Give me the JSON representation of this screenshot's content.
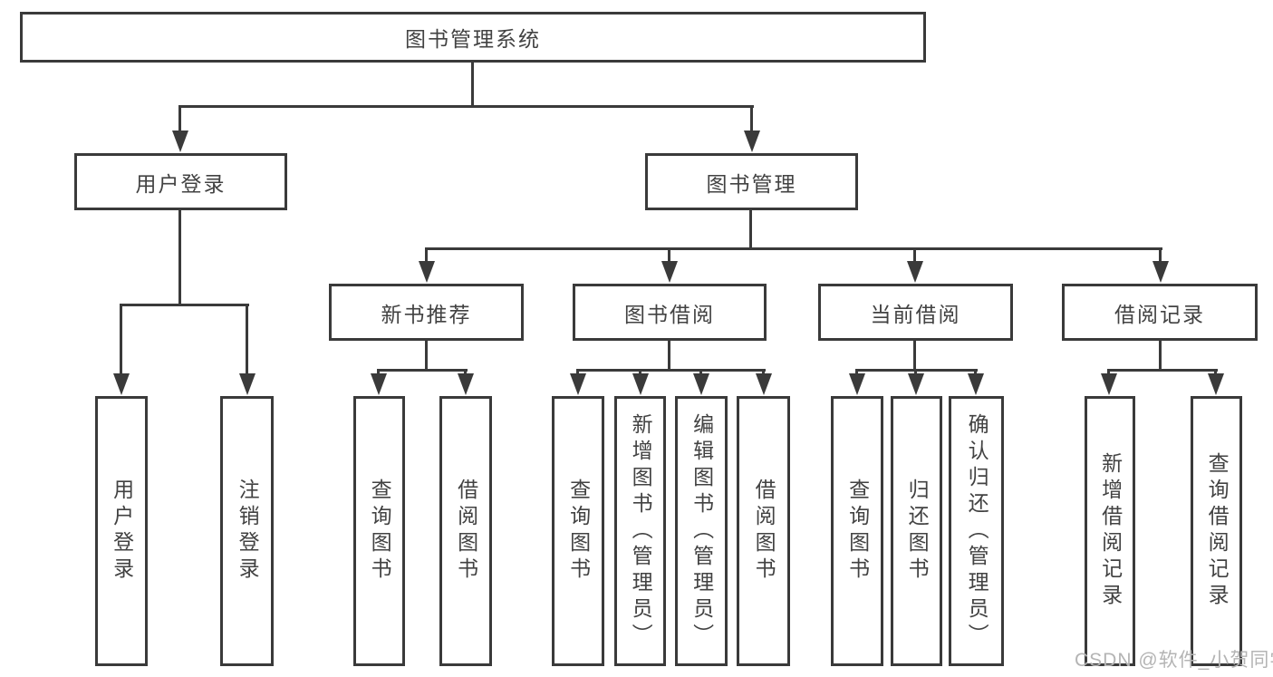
{
  "diagram": {
    "root": "图书管理系统",
    "branches": [
      {
        "label": "用户登录",
        "children": [
          "用户登录",
          "注销登录"
        ]
      },
      {
        "label": "图书管理",
        "sections": [
          {
            "label": "新书推荐",
            "children": [
              "查询图书",
              "借阅图书"
            ]
          },
          {
            "label": "图书借阅",
            "children": [
              "查询图书",
              "新增图书（管理员）",
              "编辑图书（管理员）",
              "借阅图书"
            ]
          },
          {
            "label": "当前借阅",
            "children": [
              "查询图书",
              "归还图书",
              "确认归还（管理员）"
            ]
          },
          {
            "label": "借阅记录",
            "children": [
              "新增借阅记录",
              "查询借阅记录"
            ]
          }
        ]
      }
    ],
    "watermark": "CSDN @软件_小贺同学",
    "colors": {
      "line": "#3a3a3a",
      "box_border": "#3a3a3a",
      "text": "#424242",
      "watermark": "#b4b4b4",
      "background": "#ffffff"
    }
  }
}
